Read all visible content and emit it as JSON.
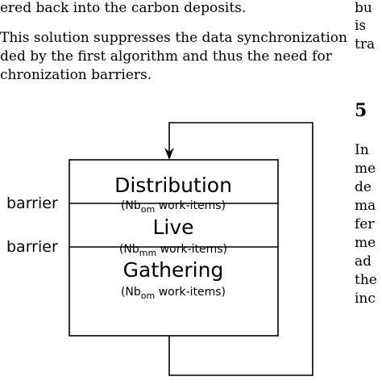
{
  "paper": {
    "left_column": {
      "lines": [
        "ered back into the carbon deposits.",
        "This solution suppresses the data synchronization",
        "ded by the first algorithm and thus the need for",
        "chronization barriers."
      ]
    },
    "right_column": {
      "top_fragments": [
        "bu",
        "is",
        "tra"
      ],
      "section_number": "5",
      "body_fragments": [
        "In",
        "me",
        "de",
        "ma",
        "fer",
        "me",
        "ad",
        "the",
        "inc"
      ]
    }
  },
  "diagram": {
    "blocks": [
      {
        "title": "Distribution",
        "sub_prefix": "(Nb",
        "sub_subscript": "om",
        "sub_suffix": " work-items)"
      },
      {
        "title": "Live",
        "sub_prefix": "(Nb",
        "sub_subscript": "mm",
        "sub_suffix": " work-items)"
      },
      {
        "title": "Gathering",
        "sub_prefix": "(Nb",
        "sub_subscript": "om",
        "sub_suffix": " work-items)"
      }
    ],
    "barrier_labels": [
      "barrier",
      "barrier"
    ]
  }
}
